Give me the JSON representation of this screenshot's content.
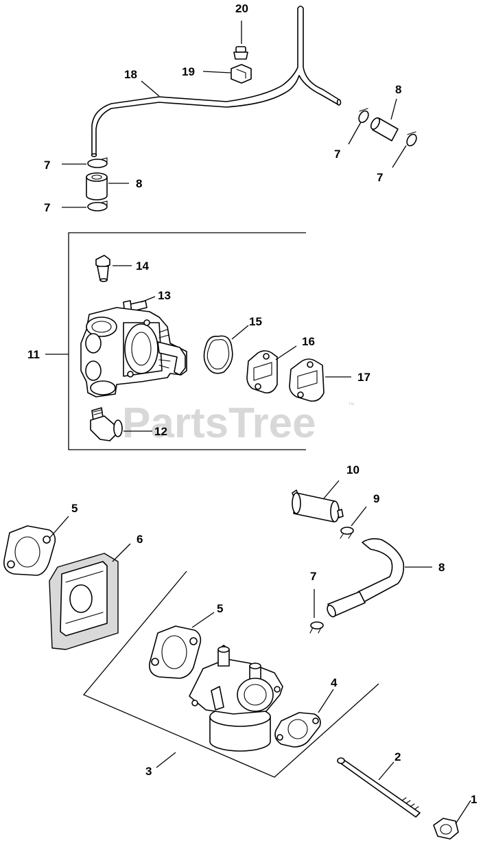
{
  "watermark": {
    "text": "PartsTree",
    "trademark": "™"
  },
  "callouts": {
    "c20": "20",
    "c19": "19",
    "c18": "18",
    "c8a": "8",
    "c7a": "7",
    "c7b": "7",
    "c7c": "7",
    "c8b": "8",
    "c7d": "7",
    "c14": "14",
    "c13": "13",
    "c15": "15",
    "c16": "16",
    "c17": "17",
    "c11": "11",
    "c12": "12",
    "c10": "10",
    "c9": "9",
    "c5a": "5",
    "c6": "6",
    "c8c": "8",
    "c7e": "7",
    "c5b": "5",
    "c4": "4",
    "c3": "3",
    "c2": "2",
    "c1": "1"
  },
  "colors": {
    "line": "#000000",
    "watermark": "#d8d8d8",
    "part_fill": "#ffffff",
    "shade": "#d9d9d9"
  }
}
